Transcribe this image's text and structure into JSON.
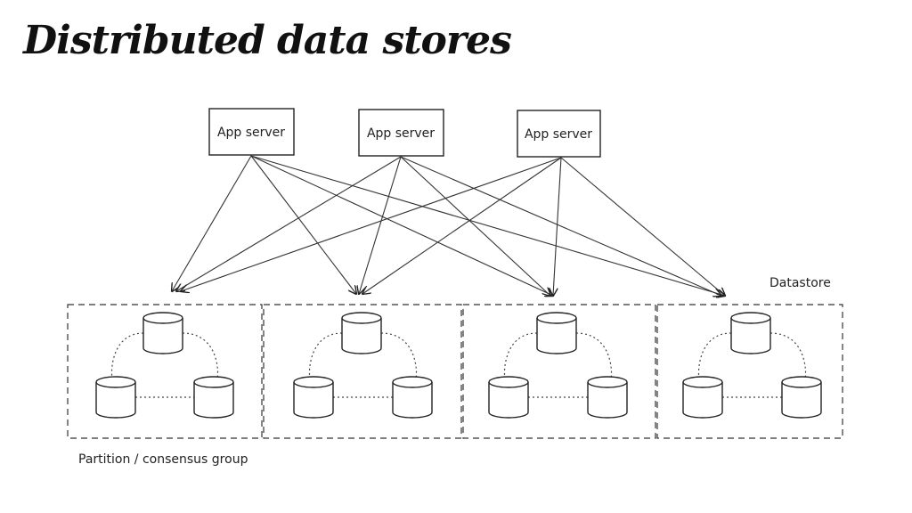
{
  "title": "Distributed data stores",
  "app_servers": [
    "App server",
    "App server",
    "App server"
  ],
  "datastore_label": "Datastore",
  "partition_label": "Partition / consensus group",
  "colors": {
    "ink": "#222222",
    "background": "#ffffff"
  }
}
